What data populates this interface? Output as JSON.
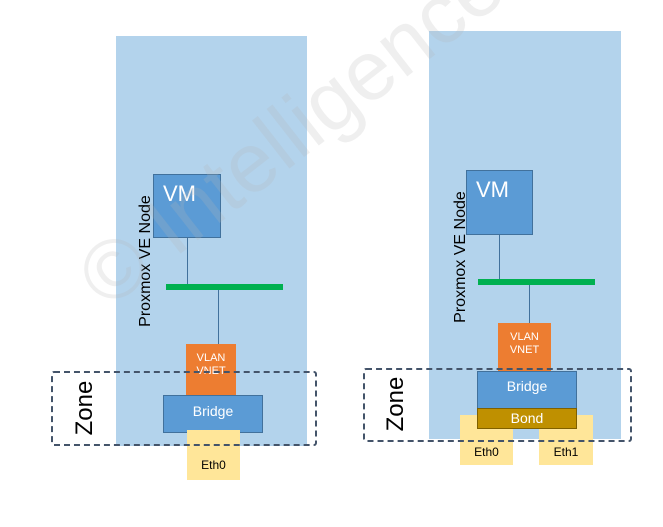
{
  "left": {
    "node_label": "Proxmox VE Node",
    "vm_label": "VM",
    "vnet_line1": "VLAN",
    "vnet_line2": "VNET",
    "bridge_label": "Bridge",
    "eth0_label": "Eth0",
    "zone_label": "Zone"
  },
  "right": {
    "node_label": "Proxmox VE Node",
    "vm_label": "VM",
    "vnet_line1": "VLAN",
    "vnet_line2": "VNET",
    "bridge_label": "Bridge",
    "bond_label": "Bond",
    "eth0_label": "Eth0",
    "eth1_label": "Eth1",
    "zone_label": "Zone"
  },
  "watermark": "© Intelligence.io",
  "colors": {
    "node_bg": "#b3d3ec",
    "vm": "#5b9bd5",
    "switch": "#00b050",
    "vnet": "#ed7d31",
    "bridge": "#5b9bd5",
    "bond": "#bf9000",
    "eth": "#ffe699",
    "zone_border": "#44546a"
  }
}
